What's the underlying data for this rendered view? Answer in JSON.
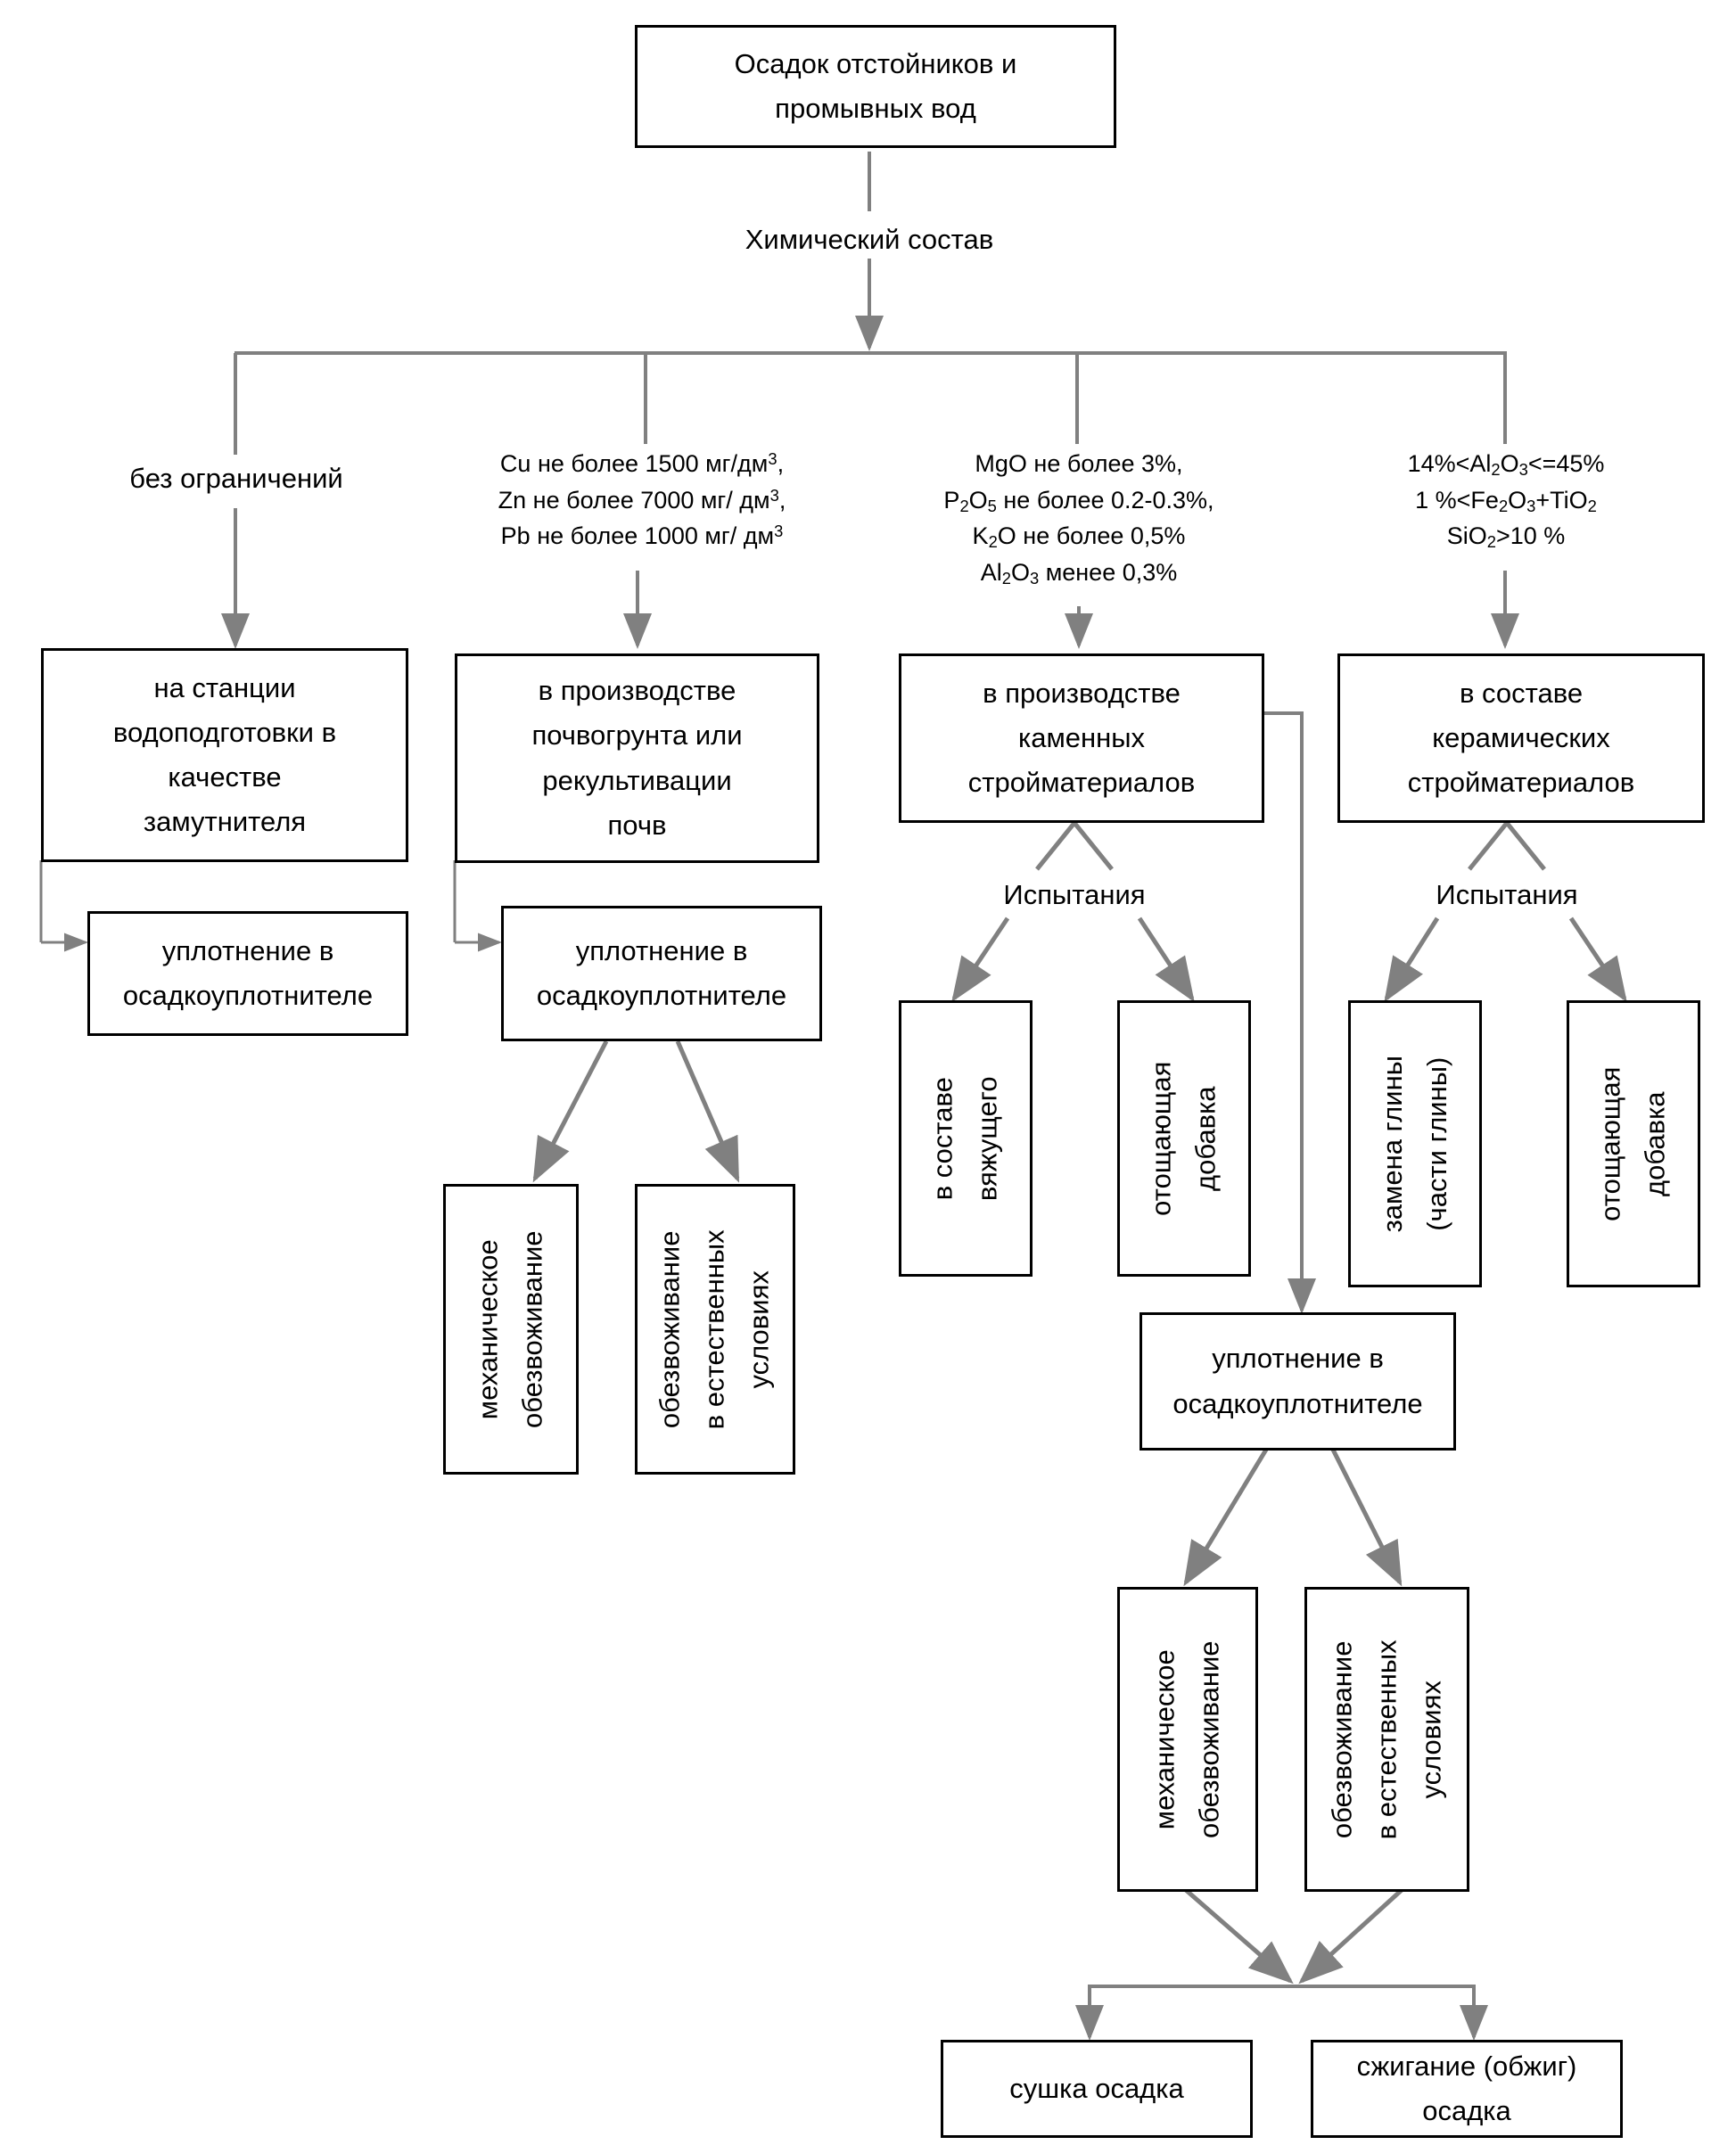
{
  "diagram": {
    "title_box": "Осадок отстойников и\nпромывных вод",
    "decision_label": "Химический состав",
    "branch_conditions": [
      "без ограничений",
      "Cu не более 1500 мг/дм³,\nZn не более 7000 мг/ дм³,\nPb не более 1000 мг/ дм³",
      "MgO не более 3%,\nP₂O₅ не более 0.2-0.3%,\nK₂O не более 0,5%\nAl₂O₃ менее 0,3%",
      "14%<Al₂O₃<=45%\n1 %<Fe₂O₃+TiO₂\nSiO₂>10 %"
    ],
    "usage_boxes": [
      "на станции\nводоподготовки в\nкачестве\nзамутнителя",
      "в производстве\nпочвогрунта или\nрекультивации\nпочв",
      "в производстве\nкаменных\nстройматериалов",
      "в составе\nкерамических\nстройматериалов"
    ],
    "thickener_left": "уплотнение в\nосадкоуплотнителе",
    "thickener_mid": "уплотнение в\nосадкоуплотнителе",
    "thickener_bottom": "уплотнение в\nосадкоуплотнителе",
    "test_label_left": "Испытания",
    "test_label_right": "Испытания",
    "vertical_boxes": {
      "mech_dewatering_upper": "механическое\nобезвоживание",
      "natural_dewatering_upper": "обезвоживание\nв естественных\nусловиях",
      "binder_component": "в составе\nвяжущего",
      "leaning_additive_stone": "отощающая\nдобавка",
      "clay_replacement": "замена глины\n(части глины)",
      "leaning_additive_ceramic": "отощающая\nдобавка",
      "mech_dewatering_lower": "механическое\nобезвоживание",
      "natural_dewatering_lower": "обезвоживание\nв естественных\nусловиях"
    },
    "final_boxes": [
      "сушка осадка",
      "сжигание (обжиг)\nосадка"
    ],
    "colors": {
      "box_border": "#000000",
      "connector": "#808080",
      "text": "#000000",
      "background": "#ffffff"
    }
  }
}
